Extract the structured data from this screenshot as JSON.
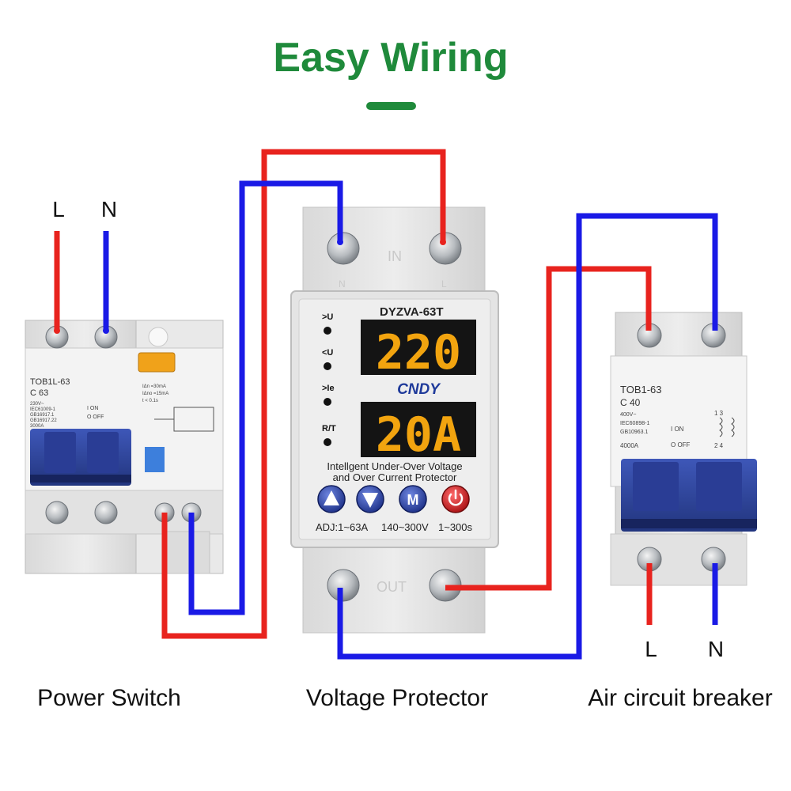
{
  "header": {
    "title": "Easy Wiring",
    "accent_color": "#1f8a3b"
  },
  "wire_colors": {
    "live": "#e8231e",
    "neutral": "#1a1ae6"
  },
  "power_switch": {
    "caption": "Power Switch",
    "input_l": "L",
    "input_n": "N",
    "model": "TOB1L-63",
    "rating": "C 63",
    "specs": [
      "230V~",
      "IEC61009-1",
      "GB16917.1",
      "GB16917.22",
      "3000A"
    ],
    "on_label": "I ON",
    "off_label": "O OFF",
    "trip_specs": [
      "IΔn =30mA",
      "IΔno =15mA",
      "t < 0.1s"
    ]
  },
  "protector": {
    "caption": "Voltage Protector",
    "model": "DYZVA-63T",
    "brand": "CNDY",
    "in_label": "IN",
    "out_label": "OUT",
    "terminal_n": "N",
    "terminal_l": "L",
    "indicators": [
      ">U",
      "<U",
      ">Ie",
      "R/T"
    ],
    "display_voltage": "220",
    "display_current": "20A",
    "desc_line1": "Intellgent Under-Over Voltage",
    "desc_line2": "and Over Current Protector",
    "buttons": [
      "up",
      "down",
      "M",
      "power"
    ],
    "button_m_label": "M",
    "adj_range": "ADJ:1~63A",
    "voltage_range": "140~300V",
    "time_range": "1~300s"
  },
  "breaker": {
    "caption": "Air circuit breaker",
    "output_l": "L",
    "output_n": "N",
    "model": "TOB1-63",
    "rating": "C 40",
    "specs": [
      "400V~",
      "IEC60898-1",
      "GB10963.1",
      "4000A"
    ],
    "on_label": "I ON",
    "off_label": "O OFF",
    "terminal_top": "1 3",
    "terminal_bottom": "2 4"
  }
}
